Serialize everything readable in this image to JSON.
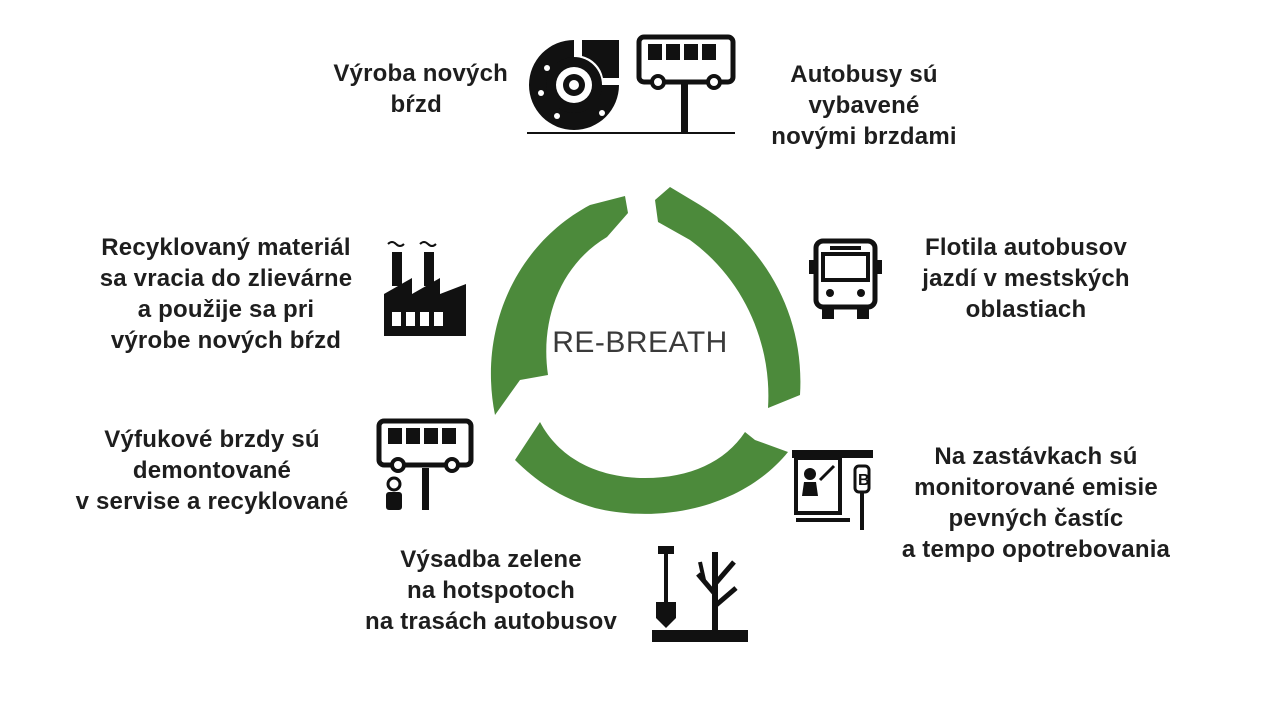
{
  "diagram": {
    "center_label": "RE-BREATH",
    "cycle_color": "#4c8a3b",
    "steps": [
      {
        "id": "brake-production",
        "icon": "brake-disc-icon",
        "lines": [
          "Výroba nových",
          "bŕzd"
        ]
      },
      {
        "id": "buses-equipped",
        "icon": "bus-sign-icon",
        "lines": [
          "Autobusy sú",
          "vybavené",
          "novými brzdami"
        ]
      },
      {
        "id": "fleet-urban",
        "icon": "bus-front-icon",
        "lines": [
          "Flotila autobusov",
          "jazdí v mestských",
          "oblastiach"
        ]
      },
      {
        "id": "stops-monitoring",
        "icon": "bus-stop-icon",
        "lines": [
          "Na zastávkach sú",
          "monitorované emisie",
          "pevných častíc",
          "a tempo opotrebovania"
        ]
      },
      {
        "id": "greenery-planting",
        "icon": "shovel-tree-icon",
        "lines": [
          "Výsadba zelene",
          "na hotspotoch",
          "na trasách autobusov"
        ]
      },
      {
        "id": "brakes-recycled",
        "icon": "bus-person-icon",
        "lines": [
          "Výfukové brzdy sú",
          "demontované",
          "v servise a recyklované"
        ]
      },
      {
        "id": "material-foundry",
        "icon": "factory-icon",
        "lines": [
          "Recyklovaný materiál",
          "sa vracia do zlievárne",
          "a použije sa pri",
          "výrobe nových bŕzd"
        ]
      }
    ]
  }
}
